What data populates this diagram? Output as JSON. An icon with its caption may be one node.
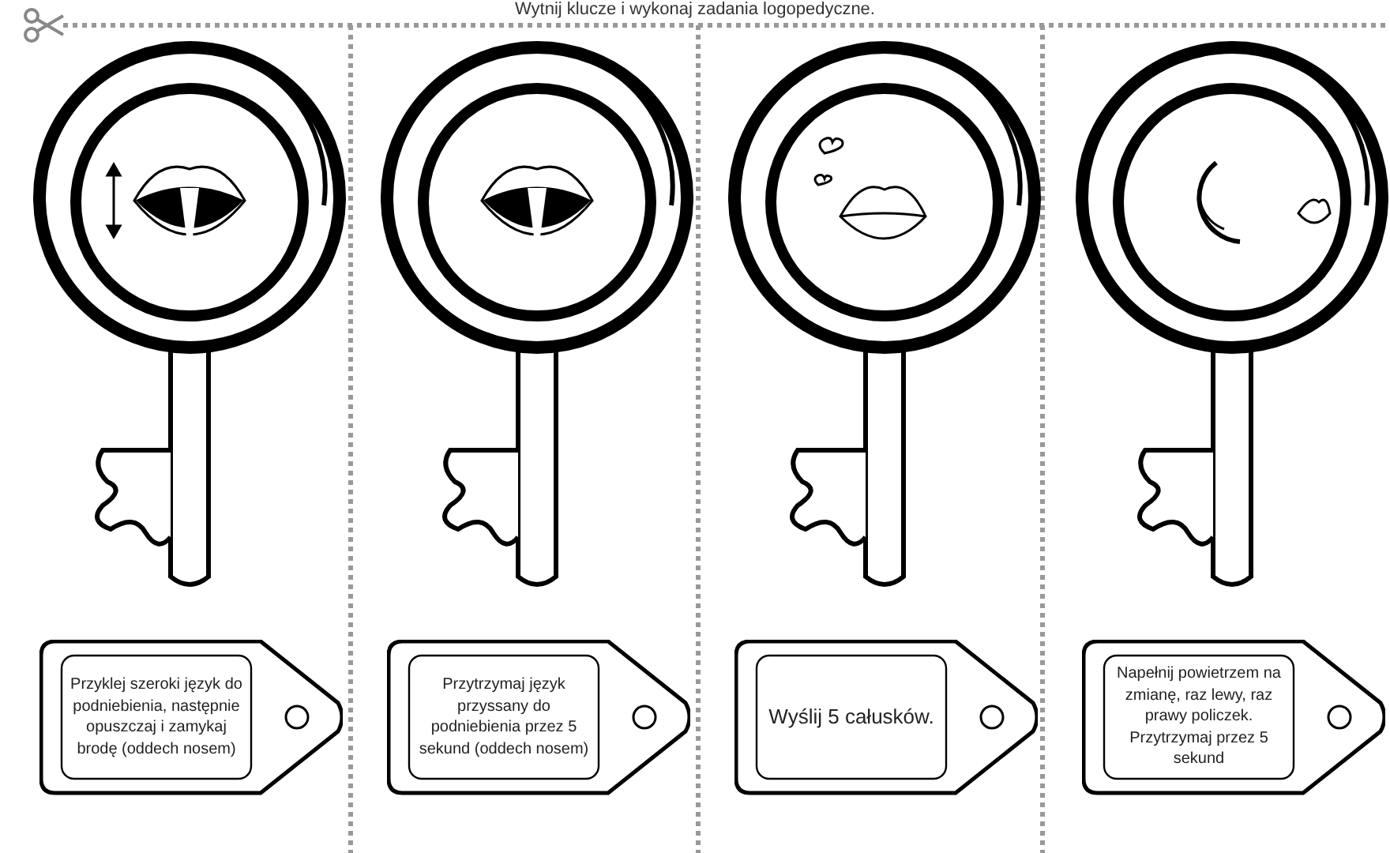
{
  "diagram": {
    "title": "Wytnij klucze i wykonaj zadania logopedyczne.",
    "nodes": [
      {
        "text": [
          "Przyklej szeroki język do podniebienia, następnie opuszczaj i zamykaj brodę (oddech nosem)"
        ]
      },
      {
        "text": [
          "Przytrzymaj język przyssany do podniebienia przez 5 sekund (oddech nosem)"
        ]
      },
      {
        "text": [
          "Wyślij 5 całusków."
        ]
      },
      {
        "text": [
          "Napełnij powietrzem na zmianę, raz lewy, raz prawy policzek. Przytrzymaj przez 5 sekund"
        ]
      }
    ]
  }
}
